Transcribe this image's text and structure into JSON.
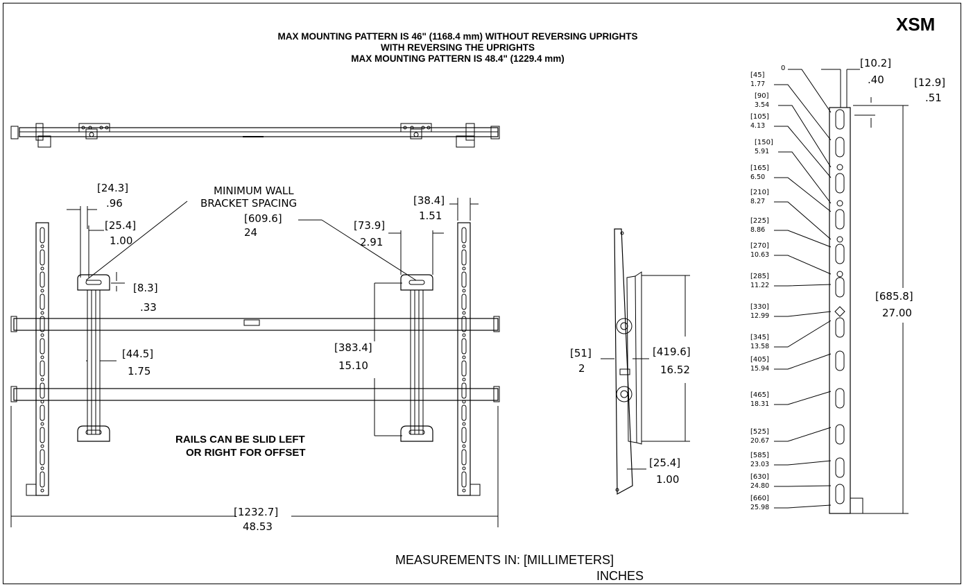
{
  "model": "XSM",
  "header_lines": [
    "MAX MOUNTING PATTERN IS 46\" (1168.4 mm) WITHOUT REVERSING UPRIGHTS",
    "WITH REVERSING THE UPRIGHTS",
    "MAX MOUNTING PATTERN IS 48.4\" (1229.4 mm)"
  ],
  "min_spacing": {
    "line1": "MINIMUM WALL",
    "line2": "BRACKET SPACING",
    "mm": "[609.6]",
    "in": "24"
  },
  "rails_note": [
    "RAILS CAN BE SLID LEFT",
    "OR RIGHT FOR OFFSET"
  ],
  "units_note": [
    "MEASUREMENTS IN: [MILLIMETERS]",
    "INCHES"
  ],
  "front_dims": {
    "d24": {
      "mm": "[24.3]",
      "in": ".96"
    },
    "d25": {
      "mm": "[25.4]",
      "in": "1.00"
    },
    "d8": {
      "mm": "[8.3]",
      "in": ".33"
    },
    "d44": {
      "mm": "[44.5]",
      "in": "1.75"
    },
    "d73": {
      "mm": "[73.9]",
      "in": "2.91"
    },
    "d38": {
      "mm": "[38.4]",
      "in": "1.51"
    },
    "d383": {
      "mm": "[383.4]",
      "in": "15.10"
    },
    "d1232": {
      "mm": "[1232.7]",
      "in": "48.53"
    }
  },
  "side_dims": {
    "d51": {
      "mm": "[51]",
      "in": "2"
    },
    "d419": {
      "mm": "[419.6]",
      "in": "16.52"
    },
    "d25": {
      "mm": "[25.4]",
      "in": "1.00"
    }
  },
  "upright_dims": {
    "d10": {
      "mm": "[10.2]",
      "in": ".40"
    },
    "d12": {
      "mm": "[12.9]",
      "in": ".51"
    },
    "d685": {
      "mm": "[685.8]",
      "in": "27.00"
    }
  },
  "hole_labels": [
    {
      "mm": "0",
      "in": ""
    },
    {
      "mm": "[45]",
      "in": "1.77"
    },
    {
      "mm": "[90]",
      "in": "3.54"
    },
    {
      "mm": "[105]",
      "in": "4.13"
    },
    {
      "mm": "[150]",
      "in": "5.91"
    },
    {
      "mm": "[165]",
      "in": "6.50"
    },
    {
      "mm": "[210]",
      "in": "8.27"
    },
    {
      "mm": "[225]",
      "in": "8.86"
    },
    {
      "mm": "[270]",
      "in": "10.63"
    },
    {
      "mm": "[285]",
      "in": "11.22"
    },
    {
      "mm": "[330]",
      "in": "12.99"
    },
    {
      "mm": "[345]",
      "in": "13.58"
    },
    {
      "mm": "[405]",
      "in": "15.94"
    },
    {
      "mm": "[465]",
      "in": "18.31"
    },
    {
      "mm": "[525]",
      "in": "20.67"
    },
    {
      "mm": "[585]",
      "in": "23.03"
    },
    {
      "mm": "[630]",
      "in": "24.80"
    },
    {
      "mm": "[660]",
      "in": "25.98"
    }
  ]
}
